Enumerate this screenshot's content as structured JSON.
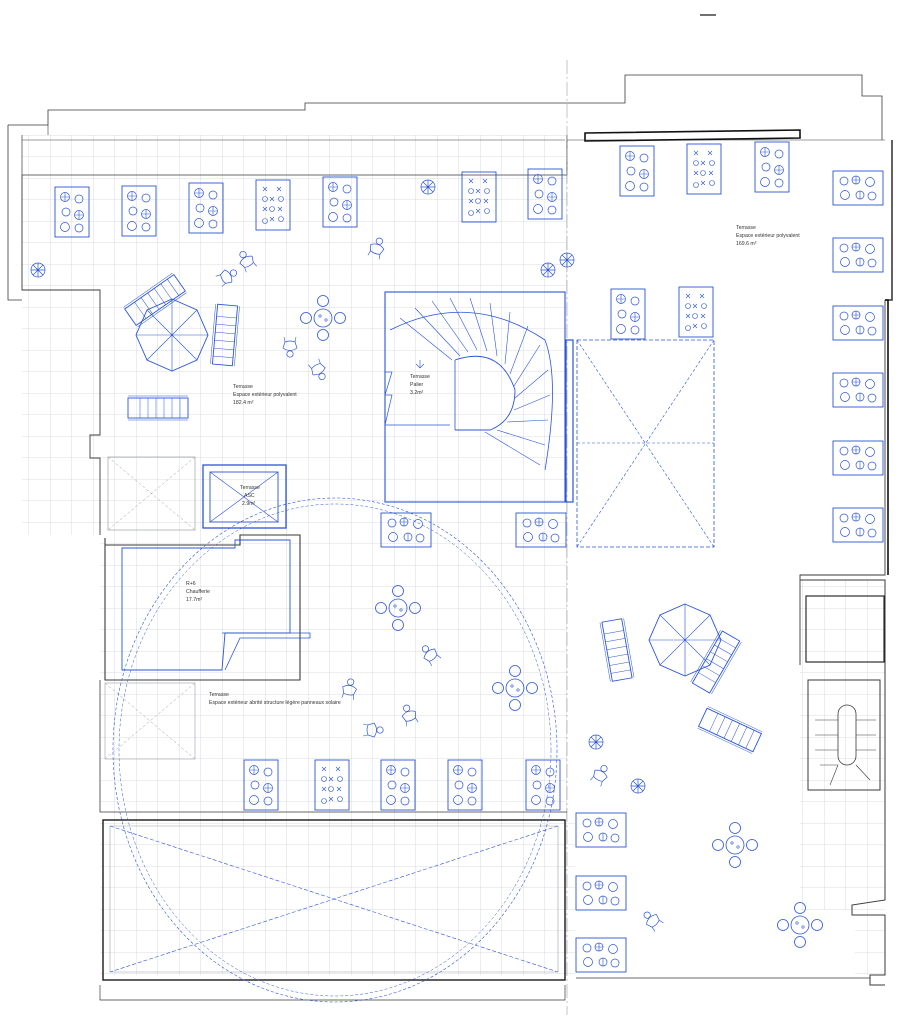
{
  "colors": {
    "walls": "#2a2a2a",
    "grid": "#b9bec8",
    "furniture": "#2b55d6",
    "text": "#333333",
    "background": "#ffffff"
  },
  "labels": {
    "terrace_west": {
      "line1": "Terrasse",
      "line2": "Espace extérieur polyvalent",
      "line3": "182.4 m²"
    },
    "terrace_east": {
      "line1": "Terrasse",
      "line2": "Espace extérieur polyvalent",
      "line3": "169.6 m²"
    },
    "landing": {
      "line1": "Terrasse",
      "line2": "Palier",
      "line3": "3.2m²"
    },
    "elevator": {
      "line1": "Terrasse",
      "line2": "ASC",
      "line3": "2.9m²"
    },
    "boiler": {
      "line1": "R+6",
      "line2": "Chaufferie",
      "line3": "17.7m²"
    },
    "covered_terrace": {
      "line1": "Terrasse",
      "line2": "Espace extérieur abrité structure légère panneaux solaire"
    }
  },
  "icons": {
    "planters": "planter-icon",
    "plants": "plant-icon",
    "umbrellas": "parasol-icon",
    "loungers": "deck-chair-icon",
    "tables": "round-table-icon",
    "people": "person-icon",
    "stairs": "spiral-stair-icon"
  }
}
